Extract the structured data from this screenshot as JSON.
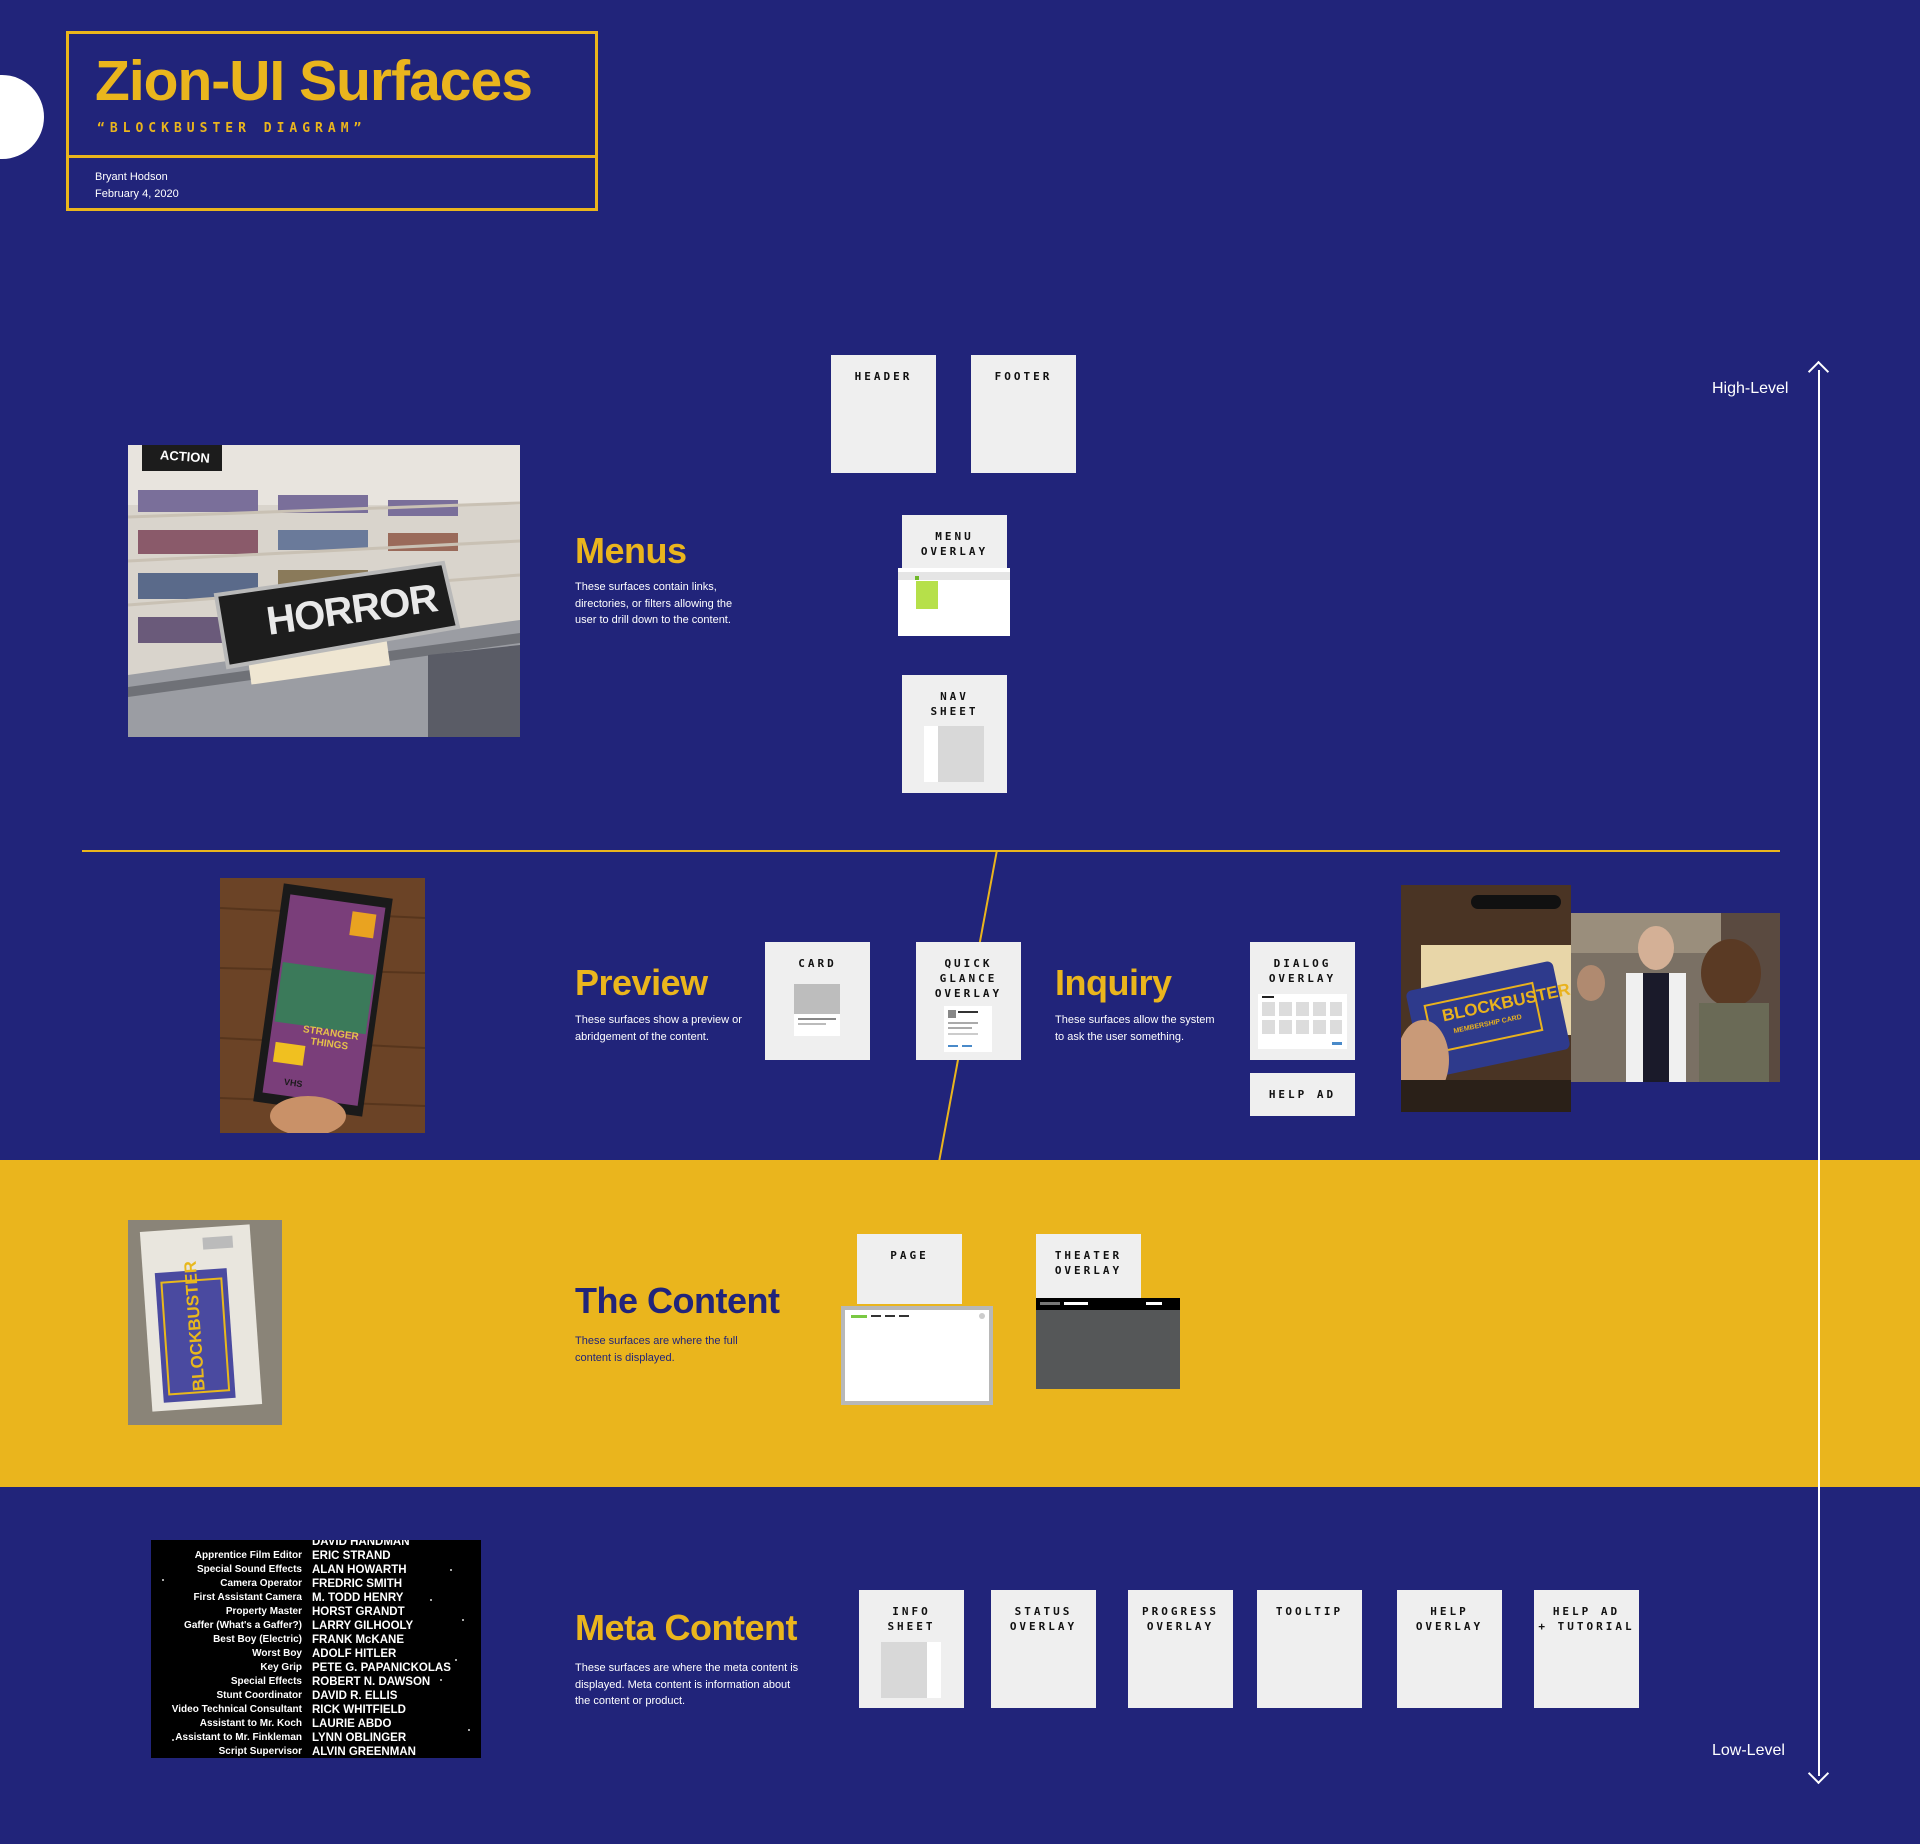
{
  "title": {
    "main": "Zion-UI Surfaces",
    "subtitle": "“BLOCKBUSTER DIAGRAM”",
    "author": "Bryant Hodson",
    "date": "February 4, 2020"
  },
  "axis": {
    "top_label": "High-Level",
    "bottom_label": "Low-Level"
  },
  "sections": {
    "menus": {
      "title": "Menus",
      "desc": "These surfaces contain links, directories, or filters allowing the user to drill down to the content."
    },
    "preview": {
      "title": "Preview",
      "desc": "These surfaces show a preview or abridgement of the content."
    },
    "inquiry": {
      "title": "Inquiry",
      "desc": "These surfaces allow the system to ask the user something."
    },
    "content": {
      "title": "The Content",
      "desc": "These surfaces are where the full content is displayed."
    },
    "meta": {
      "title": "Meta Content",
      "desc": "These surfaces are where the meta content is displayed. Meta content is information about the content or product."
    }
  },
  "surfaces": {
    "header": "HEADER",
    "footer": "FOOTER",
    "menu_overlay": "MENU\nOVERLAY",
    "nav_sheet": "NAV\nSHEET",
    "card": "CARD",
    "quick_glance": "QUICK\nGLANCE\nOVERLAY",
    "dialog_overlay": "DIALOG\nOVERLAY",
    "help_ad": "HELP AD",
    "page": "PAGE",
    "theater_overlay": "THEATER\nOVERLAY",
    "info_sheet": "INFO\nSHEET",
    "status_overlay": "STATUS\nOVERLAY",
    "progress_overlay": "PROGRESS\nOVERLAY",
    "tooltip": "TOOLTIP",
    "help_overlay": "HELP\nOVERLAY",
    "help_ad_tutorial": "HELP AD\n+ TUTORIAL"
  },
  "photos": {
    "action_sign": "ACTION",
    "horror_sign": "HORROR",
    "vhs_title": "STRANGER THINGS",
    "vhs_badge": "VHS",
    "case_brand": "BLOCKBUSTER",
    "membership_brand": "BLOCKBUSTER",
    "membership_sub": "MEMBERSHIP CARD"
  },
  "credits": [
    [
      "",
      "DAVID HANDMAN"
    ],
    [
      "Apprentice Film Editor",
      "ERIC STRAND"
    ],
    [
      "Special Sound Effects",
      "ALAN HOWARTH"
    ],
    [
      "Camera Operator",
      "FREDRIC SMITH"
    ],
    [
      "First Assistant Camera",
      "M. TODD HENRY"
    ],
    [
      "Property Master",
      "HORST GRANDT"
    ],
    [
      "Gaffer (What's a Gaffer?)",
      "LARRY GILHOOLY"
    ],
    [
      "Best Boy (Electric)",
      "FRANK McKANE"
    ],
    [
      "Worst Boy",
      "ADOLF HITLER"
    ],
    [
      "Key Grip",
      "PETE G. PAPANICKOLAS"
    ],
    [
      "Special Effects",
      "ROBERT N. DAWSON"
    ],
    [
      "Stunt Coordinator",
      "DAVID R. ELLIS"
    ],
    [
      "Video Technical Consultant",
      "RICK WHITFIELD"
    ],
    [
      "Assistant to Mr. Koch",
      "LAURIE ABDO"
    ],
    [
      "Assistant to Mr. Finkleman",
      "LYNN OBLINGER"
    ],
    [
      "Script Supervisor",
      "ALVIN GREENMAN"
    ]
  ],
  "colors": {
    "navy": "#21247a",
    "gold": "#eab51d",
    "card": "#efefef"
  }
}
